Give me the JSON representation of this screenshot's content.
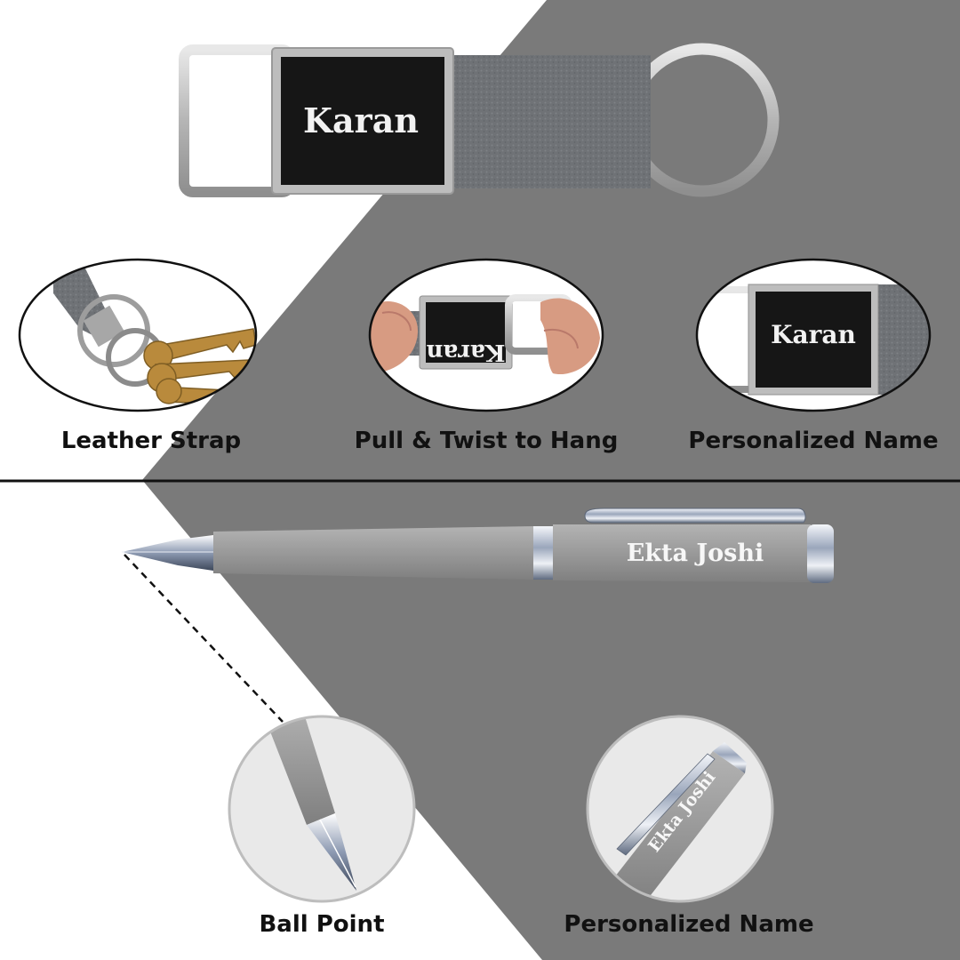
{
  "keychain": {
    "engraved_name": "Karan",
    "features": [
      {
        "label": "Leather Strap",
        "icon": "leather-strap-with-keys"
      },
      {
        "label": "Pull & Twist to Hang",
        "icon": "hands-twisting-keychain"
      },
      {
        "label": "Personalized Name",
        "icon": "engraved-plate-closeup"
      }
    ]
  },
  "pen": {
    "engraved_name": "Ekta Joshi",
    "features": [
      {
        "label": "Ball Point",
        "icon": "pen-tip-closeup"
      },
      {
        "label": "Personalized Name",
        "icon": "engraved-pen-closeup"
      }
    ]
  },
  "colors": {
    "background_panel": "#7a7a7a",
    "leather": "#6f7276",
    "plate": "#161616",
    "metal": "#c9c9c9",
    "pen_body": "#9c9c9c"
  }
}
